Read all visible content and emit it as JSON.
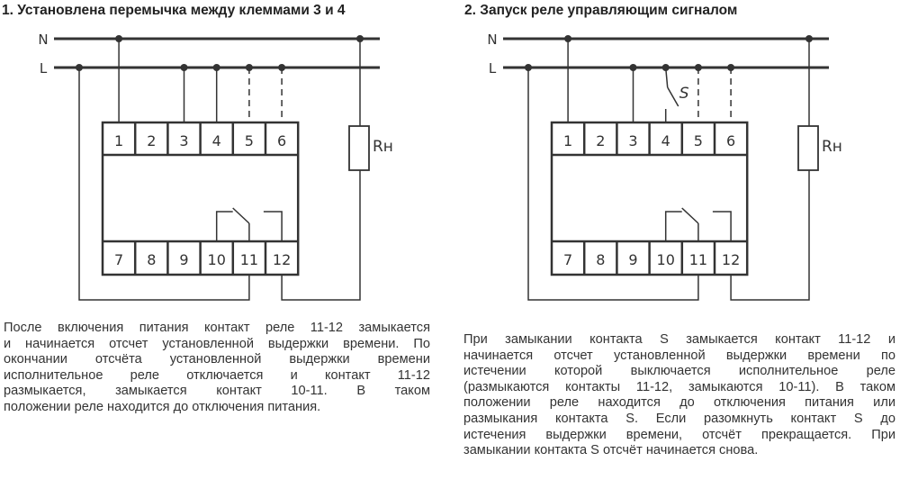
{
  "diagram1": {
    "title": "1. Установлена перемычка между  клеммами 3 и 4",
    "bus_labels": {
      "neutral": "N",
      "line": "L"
    },
    "top_terminals": [
      "1",
      "2",
      "3",
      "4",
      "5",
      "6"
    ],
    "bottom_terminals": [
      "7",
      "8",
      "9",
      "10",
      "11",
      "12"
    ],
    "load_label": "Rн",
    "description_lines": [
      "После включения питания контакт реле 11-12 замыкается",
      "и начинается отсчет установленной выдержки времени. По",
      "окончании отсчёта установленной выдержки времени",
      "исполнительное реле отключается и контакт 11-12",
      "размыкается, замыкается контакт 10-11. В таком",
      "положении реле находится до отключения питания."
    ]
  },
  "diagram2": {
    "title": "2. Запуск реле управляющим сигналом",
    "bus_labels": {
      "neutral": "N",
      "line": "L"
    },
    "top_terminals": [
      "1",
      "2",
      "3",
      "4",
      "5",
      "6"
    ],
    "bottom_terminals": [
      "7",
      "8",
      "9",
      "10",
      "11",
      "12"
    ],
    "load_label": "Rн",
    "switch_label": "S",
    "description_lines": [
      "При замыкании контакта S замыкается контакт 11-12 и",
      "начинается отсчет установленной выдержки времени по",
      "истечении которой выключается исполнительное реле",
      "(размыкаются контакты 11-12, замыкаются 10-11). В таком",
      "положении реле находится до отключения питания или",
      "размыкания контакта S. Если разомкнуть контакт S до",
      "истечения выдержки времени, отсчёт прекращается. При",
      "замыкании контакта S отсчёт начинается снова."
    ]
  },
  "colors": {
    "wire": "#333333",
    "text": "#333333"
  }
}
